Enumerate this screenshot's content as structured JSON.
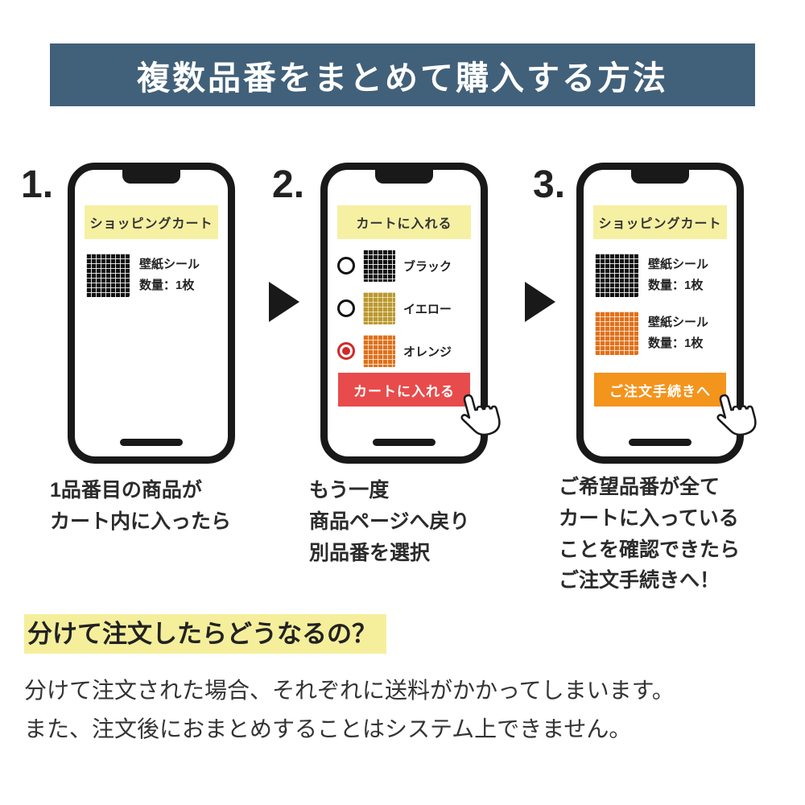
{
  "colors": {
    "header_bg": "#41607a",
    "banner_yellow": "#f6f0a3",
    "btn_red": "#e84b4b",
    "btn_orange": "#f3941d",
    "highlight_yellow": "#f5ef9c",
    "swatch_black": "#111111",
    "swatch_yellow": "#bb992f",
    "swatch_orange": "#e0711b",
    "radio_selected": "#cf2a2a"
  },
  "header": {
    "title": "複数品番をまとめて購入する方法"
  },
  "steps": [
    {
      "number": "1.",
      "phone": {
        "banner": "ショッピングカート",
        "products": [
          {
            "color": "black",
            "name": "壁紙シール",
            "qty": "数量：1枚"
          }
        ]
      },
      "caption": [
        "1品番目の商品が",
        "カート内に入ったら"
      ]
    },
    {
      "number": "2.",
      "phone": {
        "banner": "カートに入れる",
        "options": [
          {
            "color": "black",
            "label": "ブラック",
            "selected": false
          },
          {
            "color": "yellow",
            "label": "イエロー",
            "selected": false
          },
          {
            "color": "orange",
            "label": "オレンジ",
            "selected": true
          }
        ],
        "button": "カートに入れる"
      },
      "caption": [
        "もう一度",
        "商品ページへ戻り",
        "別品番を選択"
      ]
    },
    {
      "number": "3.",
      "phone": {
        "banner": "ショッピングカート",
        "products": [
          {
            "color": "black",
            "name": "壁紙シール",
            "qty": "数量：1枚"
          },
          {
            "color": "orange",
            "name": "壁紙シール",
            "qty": "数量：1枚"
          }
        ],
        "button": "ご注文手続きへ"
      },
      "caption": [
        "ご希望品番が全て",
        "カートに入っている",
        "ことを確認できたら",
        "ご注文手続きへ！"
      ]
    }
  ],
  "footer": {
    "heading": "分けて注文したらどうなるの？",
    "body": [
      "分けて注文された場合、それぞれに送料がかかってしまいます。",
      "また、注文後におまとめすることはシステム上できません。"
    ]
  }
}
